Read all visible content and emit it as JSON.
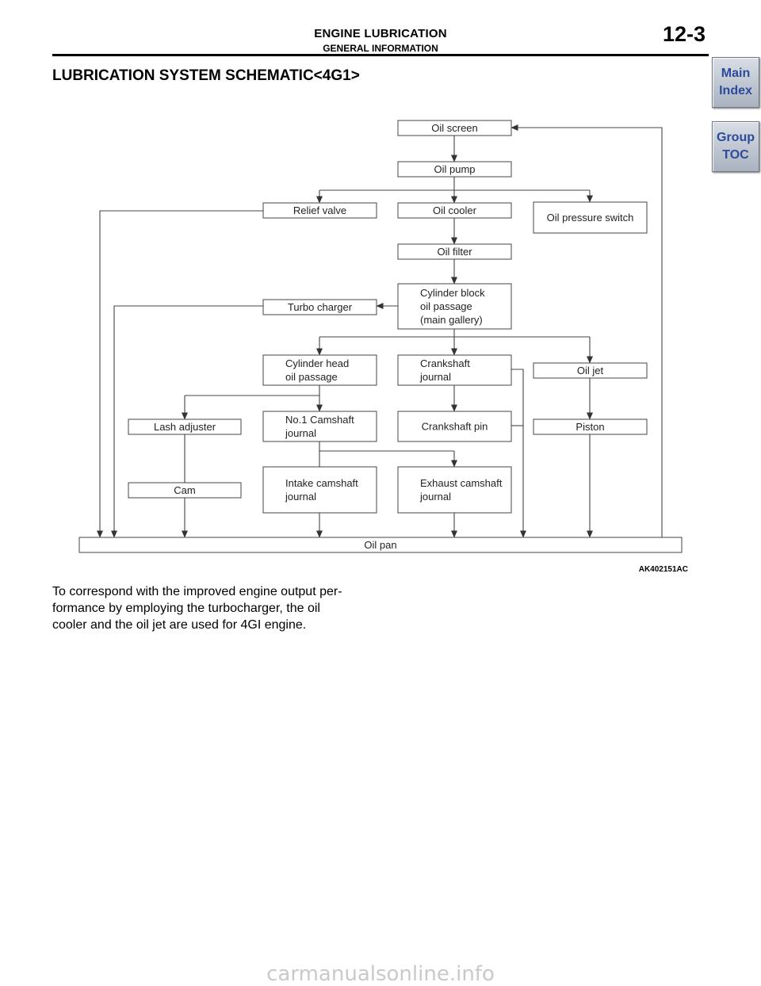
{
  "header": {
    "chapter": "ENGINE LUBRICATION",
    "section": "GENERAL INFORMATION",
    "page_number": "12-3"
  },
  "title": "LUBRICATION SYSTEM SCHEMATIC<4G1>",
  "nav": {
    "main_index": [
      "Main",
      "Index"
    ],
    "group_toc": [
      "Group",
      "TOC"
    ]
  },
  "diagram": {
    "boxes": {
      "oil_screen": [
        "Oil screen"
      ],
      "oil_pump": [
        "Oil pump"
      ],
      "relief_valve": [
        "Relief valve"
      ],
      "oil_cooler": [
        "Oil cooler"
      ],
      "oil_pressure_switch": [
        "Oil pressure switch"
      ],
      "oil_filter": [
        "Oil filter"
      ],
      "turbo_charger": [
        "Turbo charger"
      ],
      "cylinder_block": [
        "Cylinder block",
        "oil passage",
        "(main gallery)"
      ],
      "cylinder_head": [
        "Cylinder head",
        "oil passage"
      ],
      "crankshaft_journal": [
        "Crankshaft",
        "journal"
      ],
      "oil_jet": [
        "Oil jet"
      ],
      "lash_adjuster": [
        "Lash adjuster"
      ],
      "no1_camshaft": [
        "No.1 Camshaft",
        "journal"
      ],
      "crankshaft_pin": [
        "Crankshaft pin"
      ],
      "piston": [
        "Piston"
      ],
      "cam": [
        "Cam"
      ],
      "intake_camshaft": [
        "Intake camshaft",
        "journal"
      ],
      "exhaust_camshaft": [
        "Exhaust camshaft",
        "journal"
      ],
      "oil_pan": [
        "Oil pan"
      ]
    },
    "figure_code": "AK402151AC"
  },
  "body_text": [
    "To correspond with the improved engine output per-",
    "formance by employing the turbocharger, the oil",
    "cooler and the oil jet are used for 4GI engine."
  ],
  "watermark": "carmanualsonline.info"
}
